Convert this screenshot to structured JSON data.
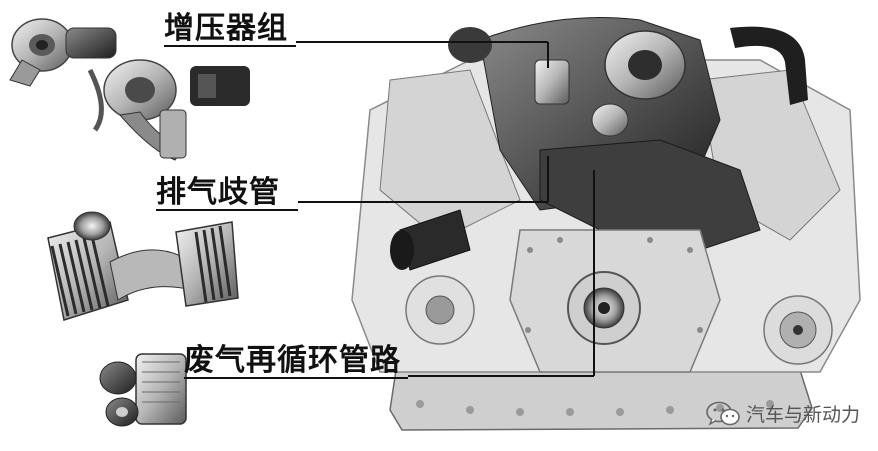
{
  "labels": {
    "turbocharger_set": "增压器组",
    "exhaust_manifold": "排气歧管",
    "egr_line": "废气再循环管路"
  },
  "watermark": {
    "text": "汽车与新动力",
    "icon": "wechat-icon"
  },
  "colors": {
    "background": "#ffffff",
    "line": "#111111",
    "metal_light": "#d9d9d9",
    "metal_mid": "#9a9a9a",
    "metal_dark": "#3a3a3a"
  }
}
